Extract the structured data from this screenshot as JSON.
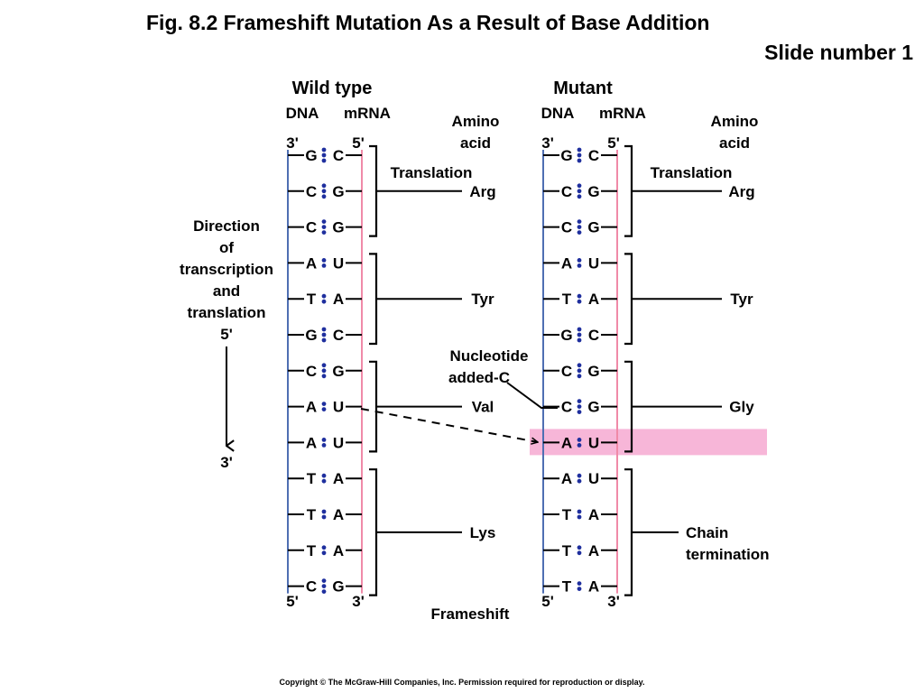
{
  "slide": {
    "title": "Fig. 8.2  Frameshift Mutation As a Result of Base Addition",
    "slide_number": "Slide number 1",
    "copyright": "Copyright © The McGraw-Hill Companies, Inc. Permission required for reproduction or display."
  },
  "colors": {
    "dna_strand": "#4f6fb3",
    "mrna_strand": "#f08aa8",
    "dot": "#1f2f9e",
    "highlight": "#f7b6d8",
    "ink": "#000000"
  },
  "wild": {
    "title": "Wild type",
    "dna_header": "DNA",
    "mrna_header": "mRNA",
    "amino_header": [
      "Amino",
      "acid"
    ],
    "dna_top": "3'",
    "mrna_top": "5'",
    "dna_bottom": "5'",
    "mrna_bottom": "3'",
    "translation": "Translation",
    "pairs": [
      [
        "G",
        "C"
      ],
      [
        "C",
        "G"
      ],
      [
        "C",
        "G"
      ],
      [
        "A",
        "U"
      ],
      [
        "T",
        "A"
      ],
      [
        "G",
        "C"
      ],
      [
        "C",
        "G"
      ],
      [
        "A",
        "U"
      ],
      [
        "A",
        "U"
      ],
      [
        "T",
        "A"
      ],
      [
        "T",
        "A"
      ],
      [
        "T",
        "A"
      ],
      [
        "C",
        "G"
      ]
    ],
    "amino_acids": [
      "Arg",
      "Tyr",
      "Val",
      "Lys"
    ],
    "frameshift": "Frameshift"
  },
  "mutant": {
    "title": "Mutant",
    "dna_header": "DNA",
    "mrna_header": "mRNA",
    "amino_header": [
      "Amino",
      "acid"
    ],
    "dna_top": "3'",
    "mrna_top": "5'",
    "dna_bottom": "5'",
    "mrna_bottom": "3'",
    "translation": "Translation",
    "pairs": [
      [
        "G",
        "C"
      ],
      [
        "C",
        "G"
      ],
      [
        "C",
        "G"
      ],
      [
        "A",
        "U"
      ],
      [
        "T",
        "A"
      ],
      [
        "G",
        "C"
      ],
      [
        "C",
        "G"
      ],
      [
        "C",
        "G"
      ],
      [
        "A",
        "U"
      ],
      [
        "A",
        "U"
      ],
      [
        "T",
        "A"
      ],
      [
        "T",
        "A"
      ],
      [
        "T",
        "A"
      ]
    ],
    "amino_acids": [
      "Arg",
      "Tyr",
      "Gly"
    ],
    "chain_termination": [
      "Chain",
      "termination"
    ],
    "nucleotide_added": [
      "Nucleotide",
      "added-C"
    ],
    "highlighted_row": 8
  },
  "direction": {
    "lines": [
      "Direction",
      "of",
      "transcription",
      "and",
      "translation"
    ],
    "start": "5'",
    "end": "3'"
  }
}
